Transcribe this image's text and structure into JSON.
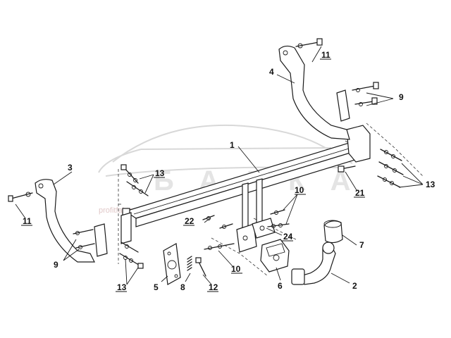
{
  "watermark": {
    "brand": "Б А Л К А",
    "subtitle": "profitfaktor.ru"
  },
  "callouts": {
    "c1": "1",
    "c2": "2",
    "c3": "3",
    "c4": "4",
    "c5": "5",
    "c6": "6",
    "c7": "7",
    "c8": "8",
    "c9_left": "9",
    "c9_right": "9",
    "c10_upper": "10",
    "c10_lower": "10",
    "c11_left": "11",
    "c11_right": "11",
    "c12": "12",
    "c13_upper_left": "13",
    "c13_lower_left": "13",
    "c13_right": "13",
    "c21": "21",
    "c22": "22",
    "c24": "24"
  }
}
